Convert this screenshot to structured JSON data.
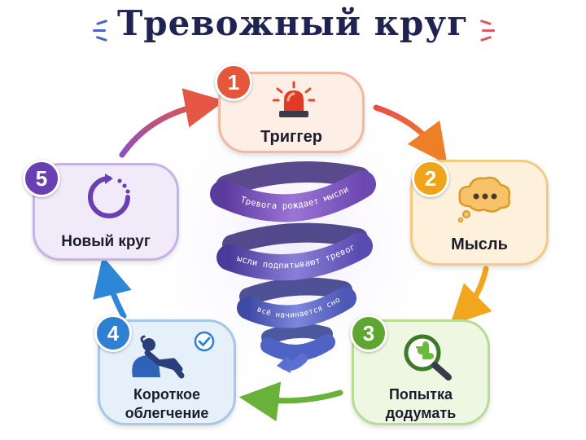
{
  "title": "Тревожный круг",
  "steps": [
    {
      "number": "1",
      "label": "Триггер",
      "icon": "siren-icon",
      "color": "#e4573d"
    },
    {
      "number": "2",
      "label": "Мысль",
      "icon": "thought-bubble-icon",
      "color": "#f0a41c"
    },
    {
      "number": "3",
      "label": "Попытка\nдодумать",
      "icon": "puzzle-magnifier-icon",
      "color": "#5fa532"
    },
    {
      "number": "4",
      "label": "Короткое\nоблегчение",
      "icon": "person-relaxing-icon",
      "color": "#2f7fd3"
    },
    {
      "number": "5",
      "label": "Новый круг",
      "icon": "cycle-icon",
      "color": "#6a3fb3"
    }
  ],
  "spiral": {
    "lines": [
      "Тревога рождает мысли",
      "Мысли подпитывают тревогу",
      "И всё начинается снова"
    ]
  }
}
